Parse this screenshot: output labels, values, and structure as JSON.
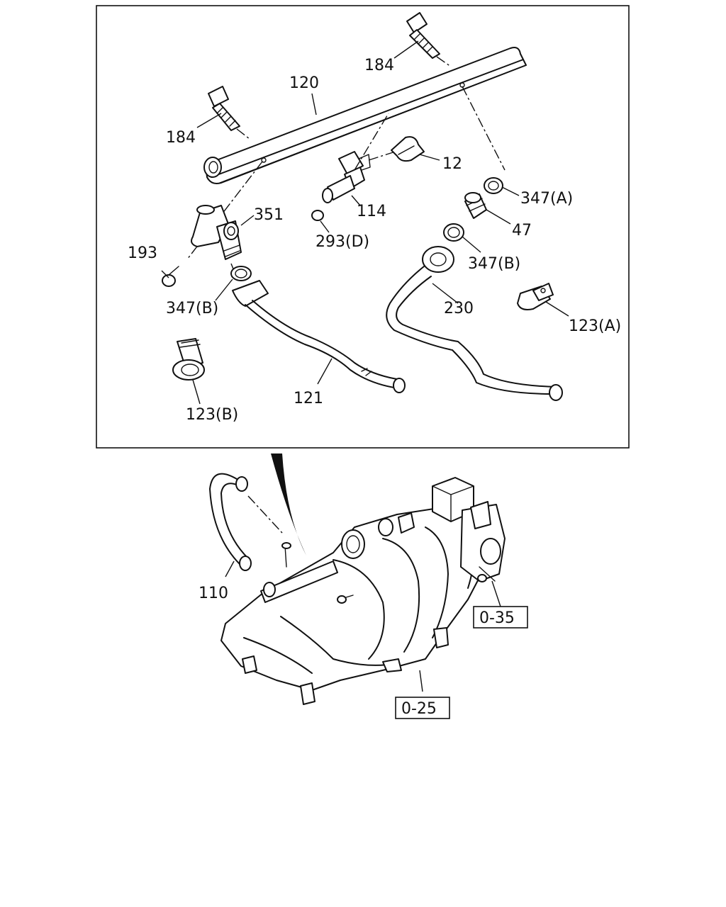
{
  "callouts": {
    "c184_top": "184",
    "c184_left": "184",
    "c120": "120",
    "c12": "12",
    "c347a": "347(A)",
    "c351": "351",
    "c114": "114",
    "c47": "47",
    "c193": "193",
    "c293d": "293(D)",
    "c347b_right": "347(B)",
    "c347b_left": "347(B)",
    "c230": "230",
    "c123a": "123(A)",
    "c121": "121",
    "c123b": "123(B)",
    "c110": "110"
  },
  "references": {
    "r035": "0-35",
    "r025": "0-25"
  }
}
